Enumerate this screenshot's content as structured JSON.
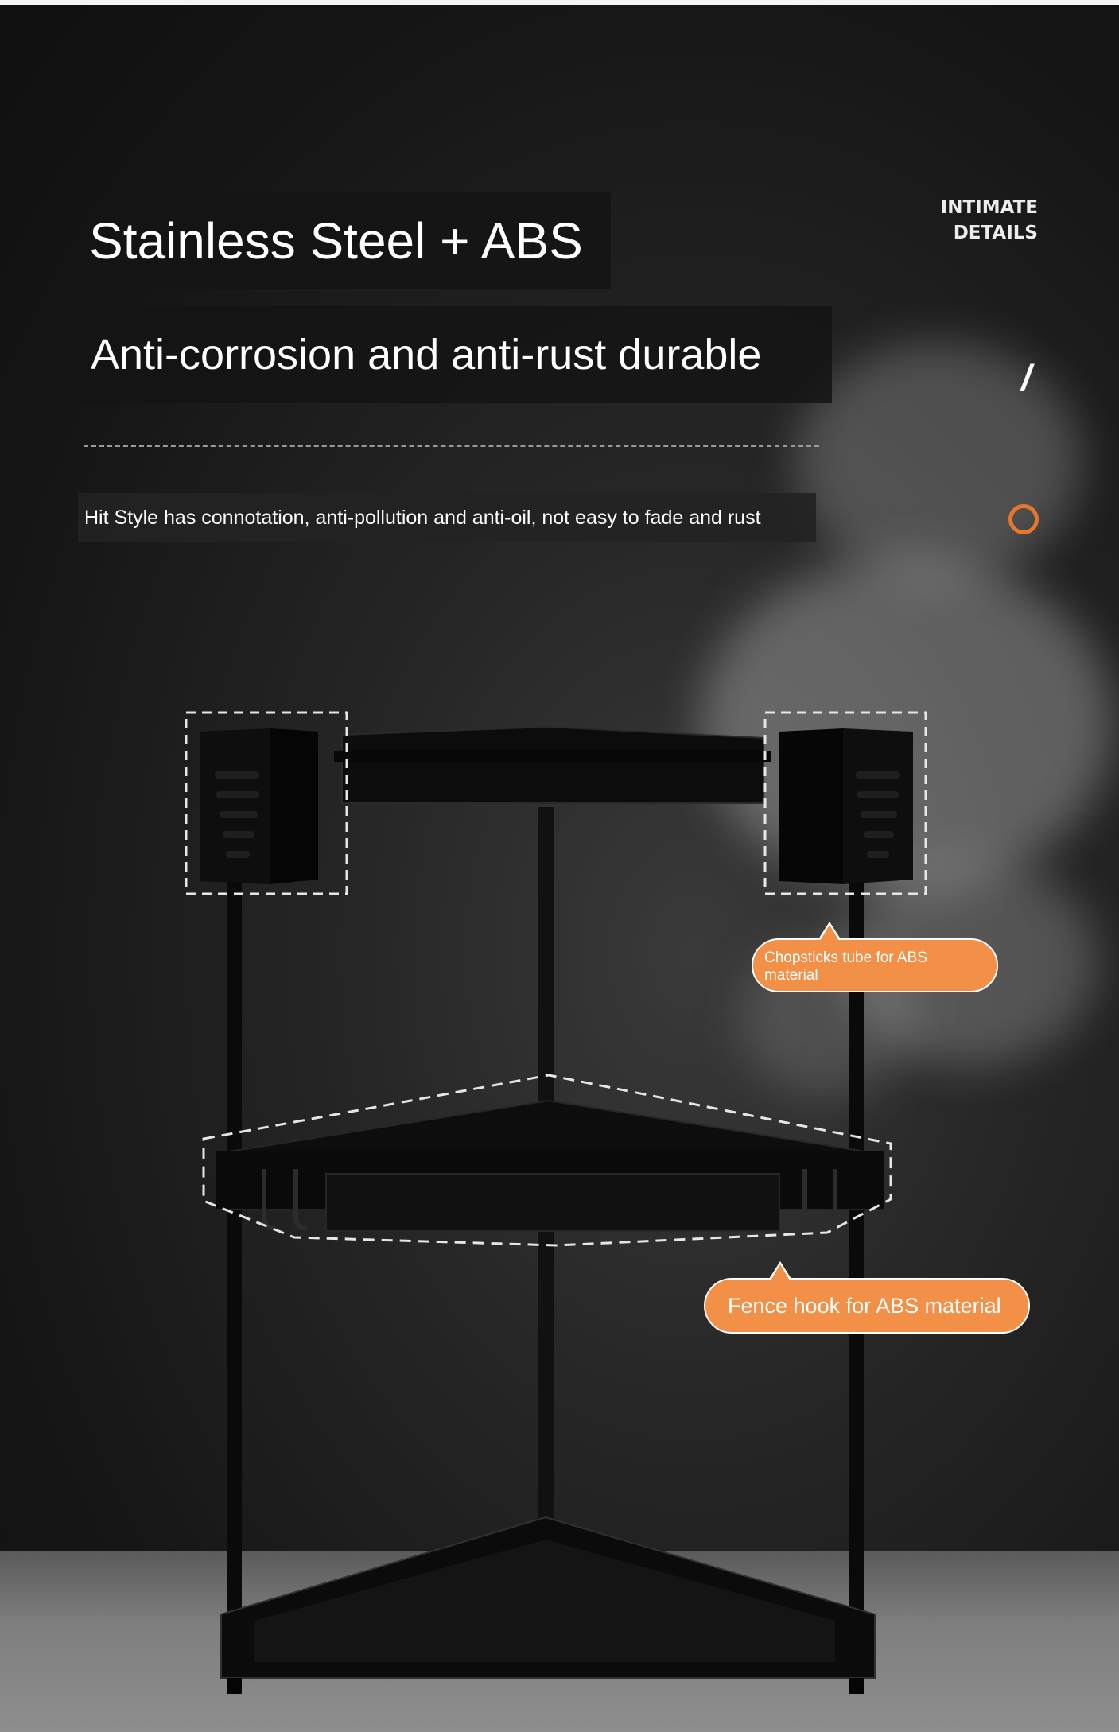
{
  "header": {
    "title": "Stainless Steel + ABS",
    "subtitle": "Anti-corrosion and anti-rust durable",
    "description": "Hit Style has connotation, anti-pollution and anti-oil, not easy to fade and rust"
  },
  "side": {
    "line1": "INTIMATE",
    "line2": "DETAILS",
    "slash": "/"
  },
  "callouts": {
    "chopsticks": "Chopsticks tube for ABS material",
    "hook": "Fence hook for ABS material"
  },
  "colors": {
    "accent": "#f29048",
    "ring": "#e8762c",
    "background": "#1c1c1c"
  }
}
